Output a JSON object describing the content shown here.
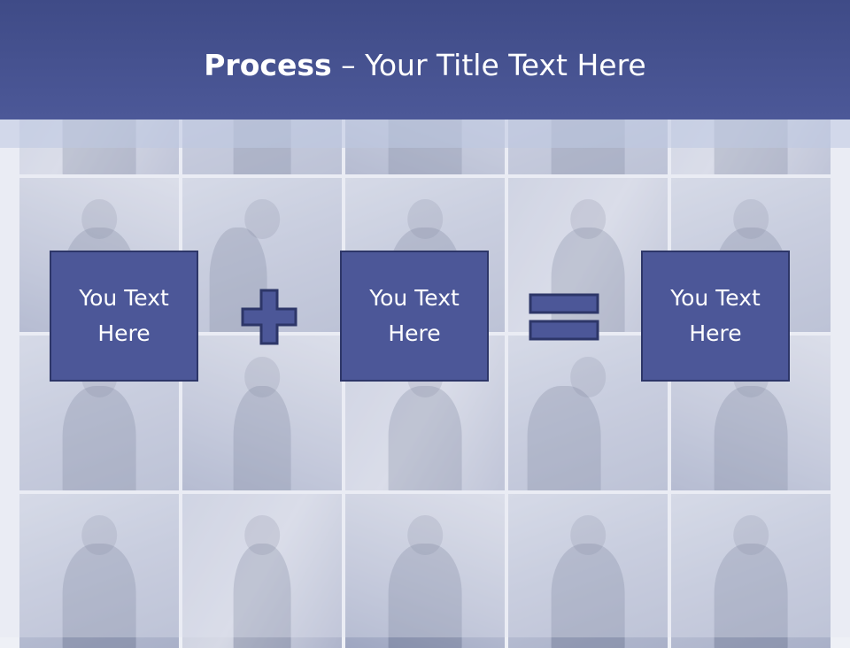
{
  "slide": {
    "title_bold": "Process",
    "title_rest": " – Your Title Text Here"
  },
  "process": {
    "boxes": [
      {
        "label": "You Text\nHere"
      },
      {
        "label": "You Text\nHere"
      },
      {
        "label": "You Text\nHere"
      }
    ],
    "operators": [
      "plus-icon",
      "equals-icon"
    ]
  },
  "colors": {
    "header_bar": "#4c5898",
    "box_fill": "#4c5798",
    "box_border": "#2d3668",
    "background": "#eef0f6"
  }
}
